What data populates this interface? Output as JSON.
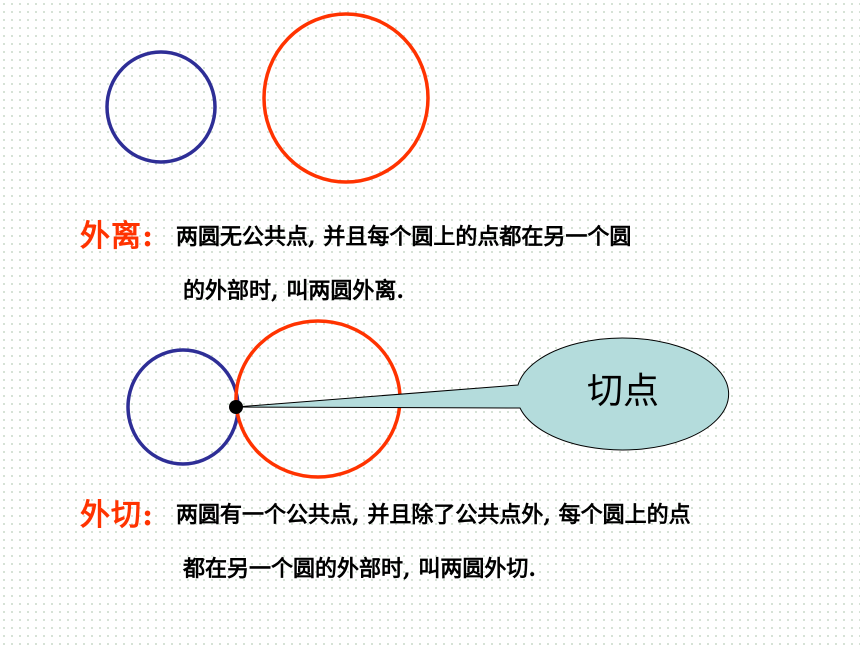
{
  "colors": {
    "blue_circle": "#2e2e96",
    "red_circle": "#ff3300",
    "callout_fill": "#b4dcdc",
    "term_color": "#ff3300"
  },
  "separate": {
    "term": "外离:",
    "line1": "两圆无公共点, 并且每个圆上的点都在另一个圆",
    "line2": "的外部时, 叫两圆外离."
  },
  "tangent": {
    "term": "外切:",
    "line1": "两圆有一个公共点, 并且除了公共点外, 每个圆上的点",
    "line2": "都在另一个圆的外部时, 叫两圆外切."
  },
  "callout": {
    "label": "切点"
  }
}
